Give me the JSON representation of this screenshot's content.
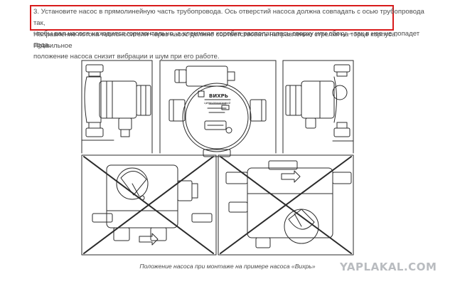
{
  "article": {
    "step_text_line1": "3. Установите насос в прямолинейную часть трубопровода. Ось отверстий насоса должна совпадать с осью трубопровода так,",
    "step_text_line2": "чтобы вал насоса находился горизонтально, а клеммная коробка располагалась сверху или сбоку – так в нее не попадет вода.",
    "flow_text_line1": "Направление потока теплоносителя через насос должно соответствовать направлению стрелки на торце корпуса. Правильное",
    "flow_text_line2": "положение насоса снизит вибрации и шум при его работе.",
    "caption": "Положение насоса при монтаже на примере насоса «Вихрь»"
  },
  "figure": {
    "brand_label": "ВИХРЬ",
    "model_label": "ЦИРКУЛЯЦИОННЫЙ"
  },
  "watermark": "YAPLAKAL.COM",
  "colors": {
    "highlight_border": "#d81b1b",
    "line": "#2b2b2b",
    "body_text": "#4d4d4d",
    "watermark": "#b9bcc0"
  }
}
